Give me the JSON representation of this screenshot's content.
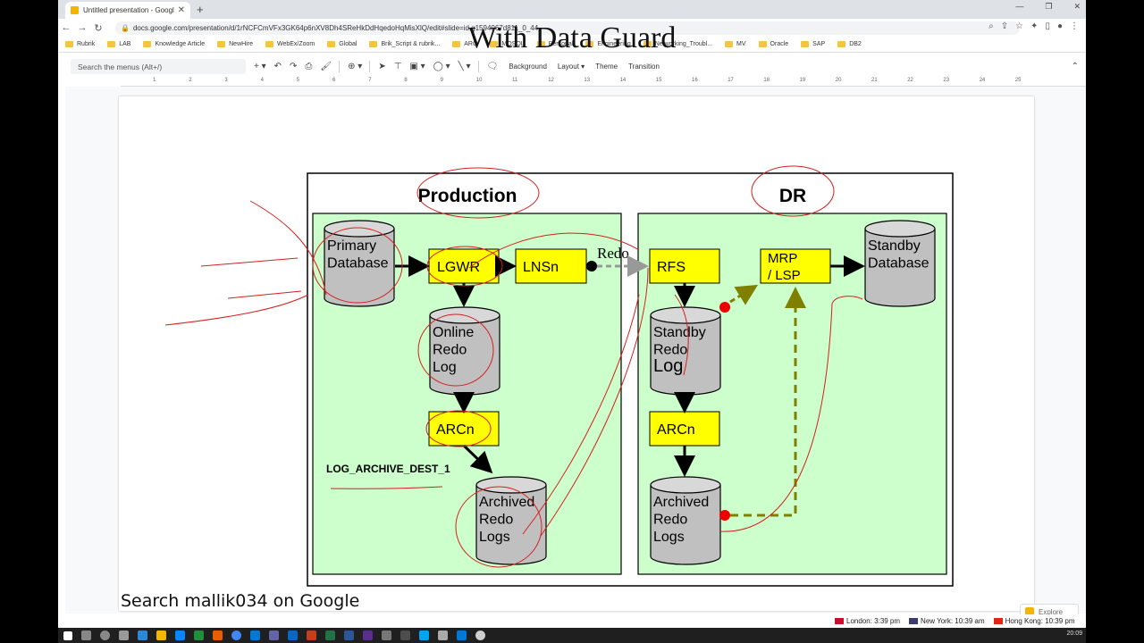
{
  "browser": {
    "tab_title": "Untitled presentation - Google S",
    "url": "docs.google.com/presentation/d/1rNCFCmVFx3GK64p6nXV8Dh4SReHkDdHqedoHqMisXlQ/edit#slide=id.g1594067d811_0_44",
    "bookmarks": [
      "Rubrik",
      "LAB",
      "Knowledge Article",
      "NewHire",
      "WebEx/Zoom",
      "Global",
      "Brik_Script & rubrik...",
      "ARG",
      "MQSQL",
      "Personal",
      "Engineering",
      "Networking_Troubl...",
      "MV",
      "Oracle",
      "SAP",
      "DB2"
    ]
  },
  "toolbar": {
    "search_placeholder": "Search the menus (Alt+/)",
    "background": "Background",
    "layout": "Layout",
    "theme": "Theme",
    "transition": "Transition"
  },
  "ruler": [
    "1",
    "2",
    "3",
    "4",
    "5",
    "6",
    "7",
    "8",
    "9",
    "10",
    "11",
    "12",
    "13",
    "14",
    "15",
    "16",
    "17",
    "18",
    "19",
    "20",
    "21",
    "22",
    "23",
    "24",
    "25"
  ],
  "slide": {
    "title": "With Data Guard",
    "production": {
      "label": "Production",
      "primary_db": [
        "Primary",
        "Database"
      ],
      "lgwr": "LGWR",
      "lnsn": "LNSn",
      "online_redo": [
        "Online",
        "Redo",
        "Log"
      ],
      "arcn": "ARCn",
      "log_archive_dest": "LOG_ARCHIVE_DEST_1",
      "archived_redo": [
        "Archived",
        "Redo",
        "Logs"
      ]
    },
    "redo_label": "Redo",
    "dr": {
      "label": "DR",
      "rfs": "RFS",
      "mrp": [
        "MRP",
        "/ LSP"
      ],
      "standby_db": [
        "Standby",
        "Database"
      ],
      "standby_redo": [
        "Standby",
        "Redo",
        "Log"
      ],
      "arcn": "ARCn",
      "archived_redo": [
        "Archived",
        "Redo",
        "Logs"
      ]
    }
  },
  "watermark": "Search mallik034 on Google",
  "explore": "Explore",
  "clocks": {
    "london": "London: 3:39 pm",
    "new_york": "New York: 10:39 am",
    "hong_kong": "Hong Kong: 10:39 pm"
  },
  "taskbar_time": "20:09",
  "colors": {
    "process_box": "#ffff00",
    "region_bg": "#ccffcc",
    "cylinder": "#c0c0c0",
    "annotation": "#d42020",
    "dashed_arrow": "#808000"
  }
}
